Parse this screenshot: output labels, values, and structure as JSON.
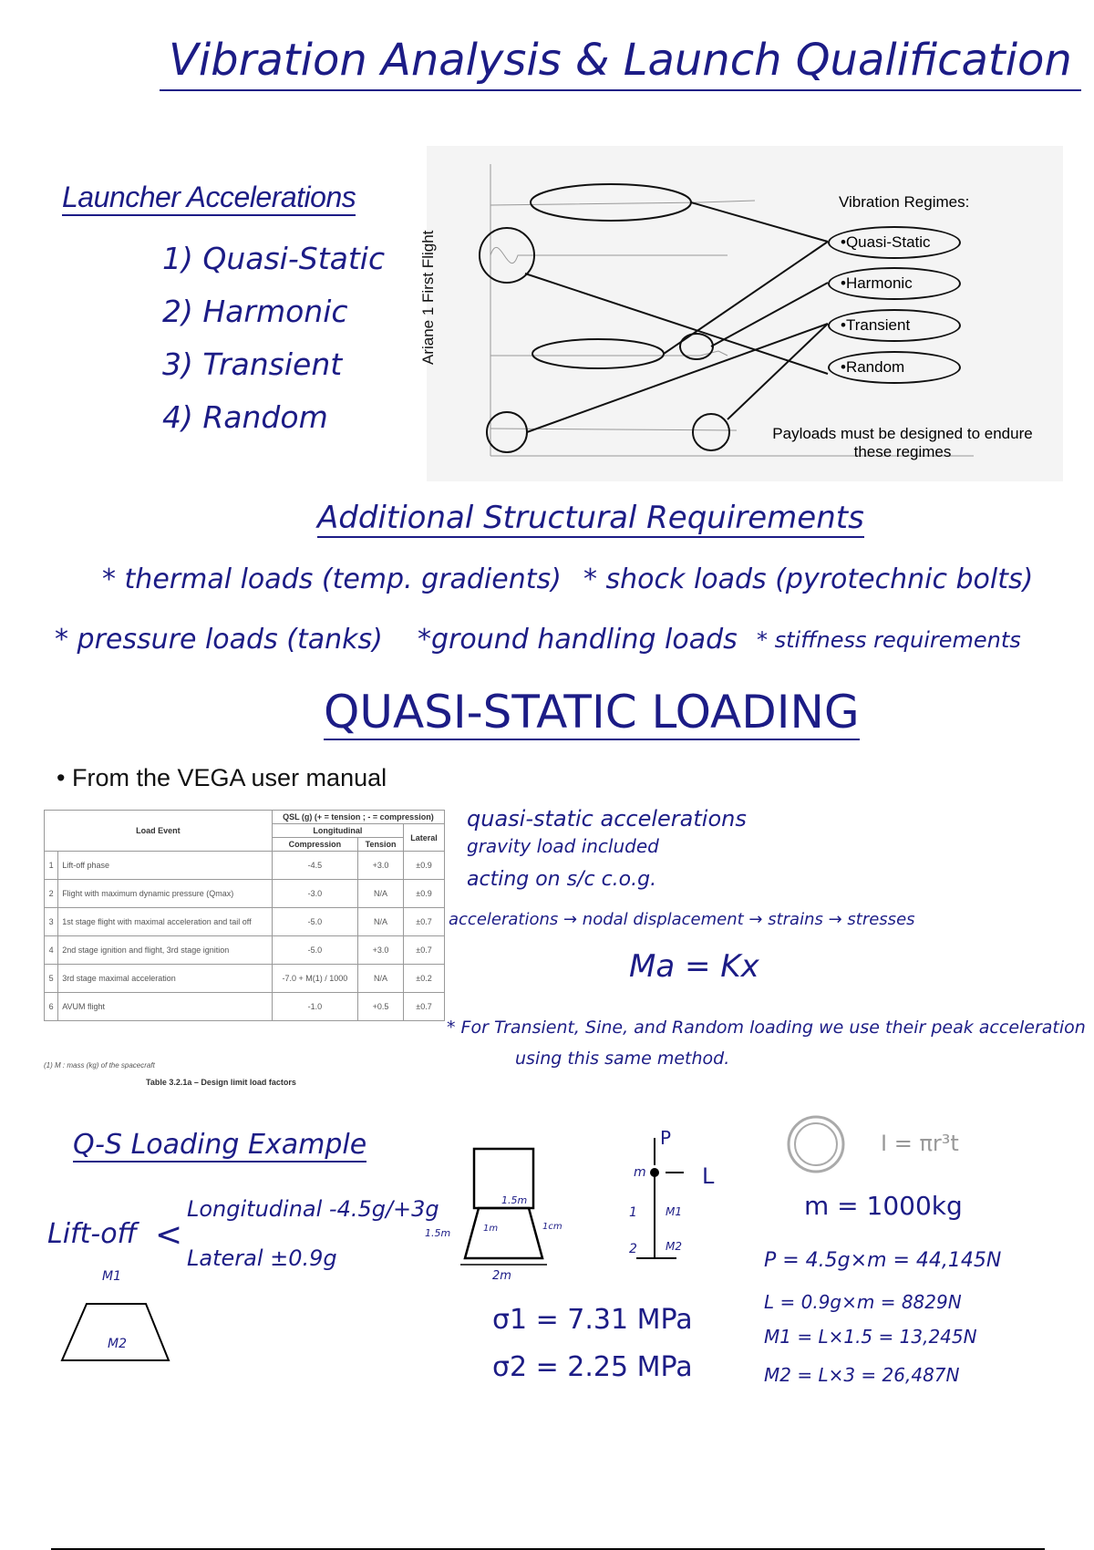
{
  "title": "Vibration Analysis & Launch Qualification",
  "launcher": {
    "heading": "Launcher Accelerations",
    "items": [
      "1) Quasi-Static",
      "2) Harmonic",
      "3) Transient",
      "4) Random"
    ]
  },
  "figure": {
    "y_label": "Ariane 1 First Flight",
    "regimes_title": "Vibration Regimes:",
    "regimes": [
      "•Quasi-Static",
      "•Harmonic",
      "•Transient",
      "•Random"
    ],
    "caption": "Payloads must be designed to endure these regimes"
  },
  "additional": {
    "heading": "Additional Structural Requirements",
    "items": [
      "* thermal loads (temp. gradients)",
      "* shock loads (pyrotechnic bolts)",
      "* pressure loads (tanks)",
      "*ground handling loads",
      "* stiffness requirements"
    ]
  },
  "qsl_heading": "QUASI-STATIC LOADING",
  "bullet": "From the VEGA user manual",
  "table": {
    "header_event": "Load Event",
    "header_qsl": "QSL (g) (+ = tension ; - = compression)",
    "header_long": "Longitudinal",
    "header_comp": "Compression",
    "header_tens": "Tension",
    "header_lat": "Lateral",
    "rows": [
      {
        "n": "1",
        "event": "Lift-off phase",
        "comp": "-4.5",
        "tens": "+3.0",
        "lat": "±0.9"
      },
      {
        "n": "2",
        "event": "Flight with maximum dynamic pressure (Qmax)",
        "comp": "-3.0",
        "tens": "N/A",
        "lat": "±0.9"
      },
      {
        "n": "3",
        "event": "1st stage flight with maximal acceleration and tail off",
        "comp": "-5.0",
        "tens": "N/A",
        "lat": "±0.7"
      },
      {
        "n": "4",
        "event": "2nd stage ignition and flight, 3rd stage ignition",
        "comp": "-5.0",
        "tens": "+3.0",
        "lat": "±0.7"
      },
      {
        "n": "5",
        "event": "3rd stage maximal acceleration",
        "comp": "-7.0 + M(1) / 1000",
        "tens": "N/A",
        "lat": "±0.2"
      },
      {
        "n": "6",
        "event": "AVUM flight",
        "comp": "-1.0",
        "tens": "+0.5",
        "lat": "±0.7"
      }
    ],
    "footnote": "(1) M : mass (kg) of the spacecraft",
    "caption": "Table 3.2.1a – Design limit load factors"
  },
  "notes": {
    "n1": "quasi-static accelerations",
    "n2": "gravity load included",
    "n3": "acting on s/c c.o.g.",
    "n4": "accelerations → nodal displacement → strains → stresses",
    "eq": "Ma = Kx",
    "n5": "* For Transient, Sine, and Random loading we use their peak acceleration",
    "n6": "using this same method."
  },
  "example": {
    "heading": "Q-S Loading Example",
    "liftoff": "Lift-off",
    "longitudinal": "Longitudinal -4.5g/+3g",
    "lateral": "Lateral  ±0.9g",
    "m1": "M1",
    "m2": "M2",
    "dims": {
      "h1": "1.5m",
      "h2": "1.5m",
      "w": "2m",
      "d": "1m",
      "t": "1cm"
    },
    "fbd": {
      "p": "P",
      "m": "m",
      "l": "L",
      "n1": "1",
      "n2": "2",
      "M1": "M1",
      "M2": "M2"
    },
    "sigma1": "σ1 = 7.31 MPa",
    "sigma2": "σ2 = 2.25 MPa",
    "inertia": "I = πr³t",
    "mass": "m = 1000kg",
    "calcs": [
      "P = 4.5g×m = 44,145N",
      "L = 0.9g×m = 8829N",
      "M1 = L×1.5 = 13,245N",
      "M2 = L×3 = 26,487N"
    ]
  }
}
